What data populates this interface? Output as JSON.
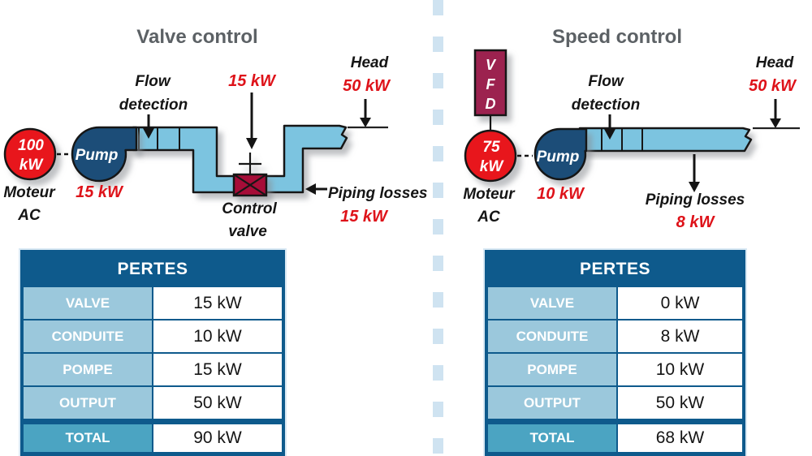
{
  "colors": {
    "table_dark_blue": "#0e5a8c",
    "table_light_blue": "#9bc8dc",
    "table_total_blue": "#4ba4c2",
    "pipe_blue": "#7cc4e0",
    "pump_navy": "#1a4e78",
    "motor_red": "#e8151d",
    "vfd_maroon": "#9c2150",
    "valve_crimson": "#a60f38",
    "loss_text_red": "#de1219",
    "title_gray": "#5c6165",
    "divider_blue": "#cfe3f1"
  },
  "left": {
    "title": "Valve control",
    "motor": {
      "power_line1": "100",
      "power_line2": "kW",
      "caption_line1": "Moteur",
      "caption_line2": "AC"
    },
    "pump": {
      "label": "Pump",
      "loss": "15 kW"
    },
    "flow": {
      "line1": "Flow",
      "line2": "detection"
    },
    "valve_loss": "15 kW",
    "control_valve": {
      "line1": "Control",
      "line2": "valve"
    },
    "piping": {
      "label": "Piping losses",
      "loss": "15 kW"
    },
    "head": {
      "label": "Head",
      "power": "50 kW"
    },
    "table": {
      "header": "PERTES",
      "rows": [
        {
          "label": "VALVE",
          "value": "15 kW"
        },
        {
          "label": "CONDUITE",
          "value": "10 kW"
        },
        {
          "label": "POMPE",
          "value": "15 kW"
        },
        {
          "label": "OUTPUT",
          "value": "50 kW"
        }
      ],
      "total": {
        "label": "TOTAL",
        "value": "90 kW"
      }
    }
  },
  "right": {
    "title": "Speed control",
    "vfd": {
      "line1": "V",
      "line2": "F",
      "line3": "D"
    },
    "motor": {
      "power_line1": "75",
      "power_line2": "kW",
      "caption_line1": "Moteur",
      "caption_line2": "AC"
    },
    "pump": {
      "label": "Pump",
      "loss": "10 kW"
    },
    "flow": {
      "line1": "Flow",
      "line2": "detection"
    },
    "piping": {
      "label": "Piping losses",
      "loss": "8 kW"
    },
    "head": {
      "label": "Head",
      "power": "50 kW"
    },
    "table": {
      "header": "PERTES",
      "rows": [
        {
          "label": "VALVE",
          "value": "0 kW"
        },
        {
          "label": "CONDUITE",
          "value": "8 kW"
        },
        {
          "label": "POMPE",
          "value": "10 kW"
        },
        {
          "label": "OUTPUT",
          "value": "50 kW"
        }
      ],
      "total": {
        "label": "TOTAL",
        "value": "68 kW"
      }
    }
  }
}
